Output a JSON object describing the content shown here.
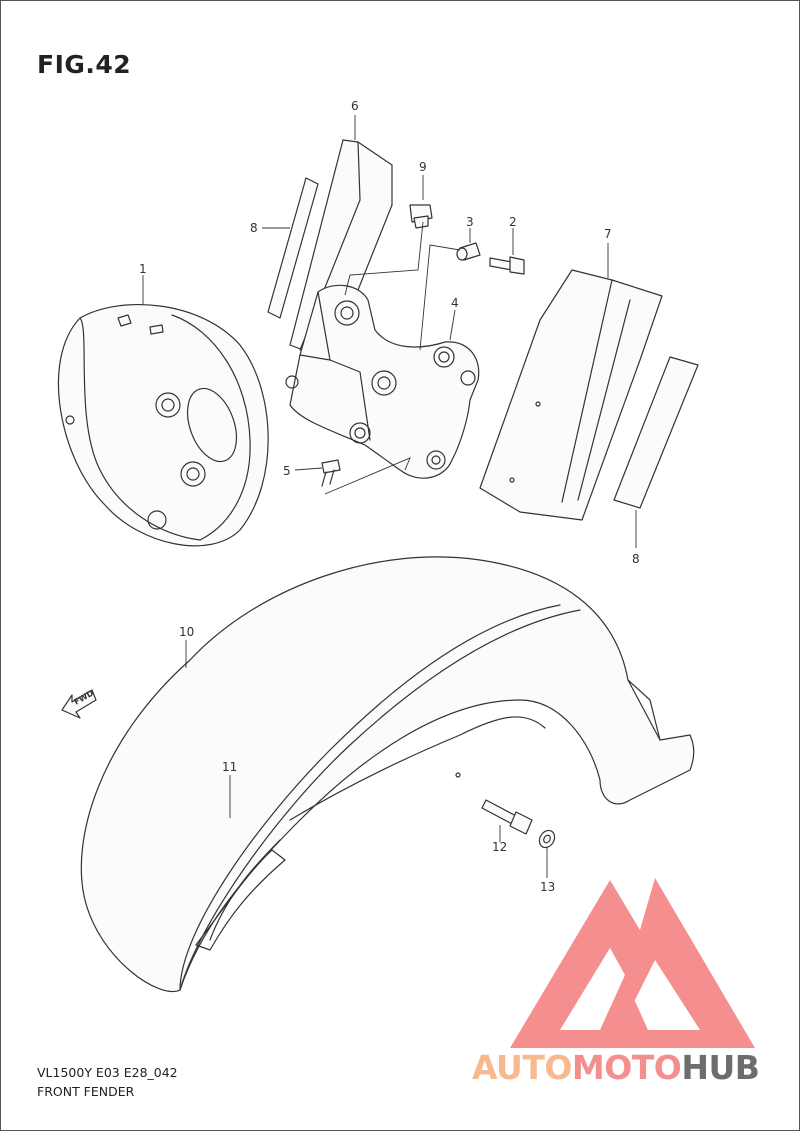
{
  "figure": {
    "title": "FIG.42"
  },
  "callouts": {
    "p1": "1",
    "p2": "2",
    "p3": "3",
    "p4": "4",
    "p5": "5",
    "p6": "6",
    "p7": "7",
    "p8_left": "8",
    "p8_right": "8",
    "p9": "9",
    "p10": "10",
    "p11": "11",
    "p12": "12",
    "p13": "13"
  },
  "direction_arrow": {
    "label": "FWD"
  },
  "footer": {
    "model_code": "VL1500Y E03 E28_042",
    "section_name": "FRONT FENDER"
  },
  "watermark": {
    "part1": "AUTO",
    "part2": "MOTO",
    "part3": "HUB",
    "colors": {
      "light": "#f7b98e",
      "red": "#f38f8f",
      "gray": "#6d6d6d",
      "logo": "#f47c7c"
    }
  }
}
